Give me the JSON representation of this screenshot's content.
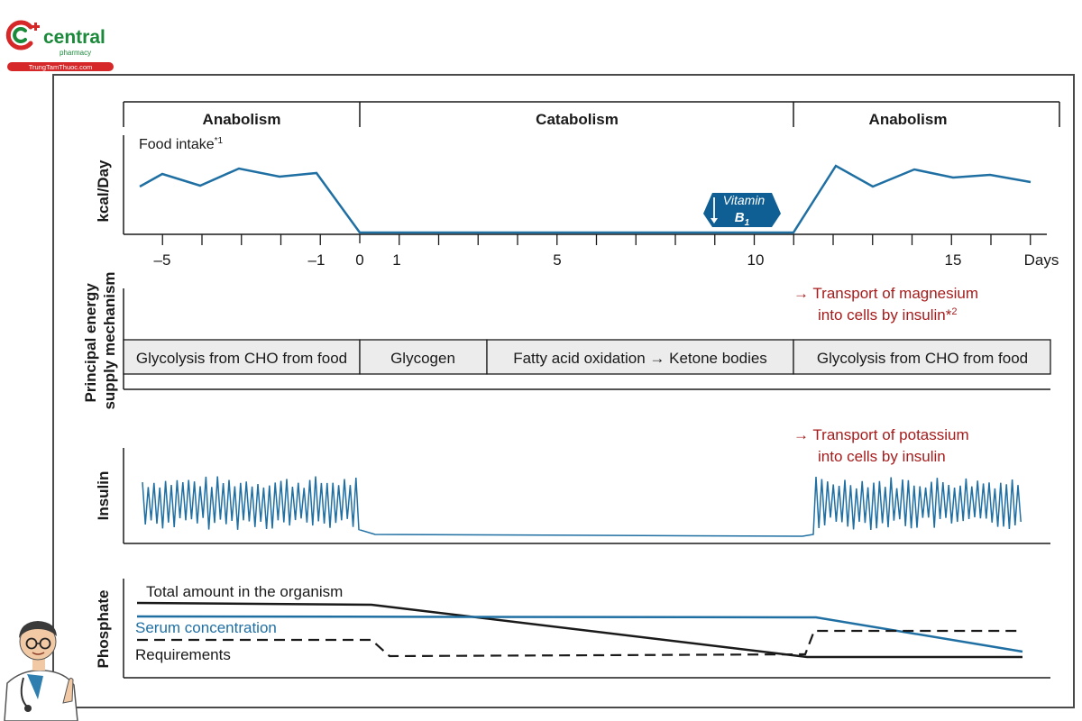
{
  "logo": {
    "name": "central",
    "sub": "pharmacy",
    "site": "TrungTamThuoc.com"
  },
  "phases": [
    "Anabolism",
    "Catabolism",
    "Anabolism"
  ],
  "food": {
    "ylabel": "kcal/Day",
    "label": "Food intake",
    "footnote": "*1",
    "vitamin_word": "Vitamin",
    "vitamin_b": "B",
    "vitamin_sub": "1"
  },
  "days_axis": {
    "ticks": [
      "–5",
      "–1",
      "0",
      "1",
      "5",
      "10",
      "15"
    ],
    "unit": "Days"
  },
  "energy": {
    "ylabel_1": "Principal energy",
    "ylabel_2": "supply mechanism",
    "boxes": [
      "Glycolysis from CHO from food",
      "Glycogen",
      "Fatty acid oxidation → Ketone bodies",
      "Glycolysis from CHO from food"
    ],
    "magnesium_1": "→ Transport of magnesium",
    "magnesium_2": "into cells by insulin*",
    "magnesium_footnote": "2"
  },
  "insulin": {
    "ylabel": "Insulin",
    "potassium_1": "→ Transport of potassium",
    "potassium_2": "into cells by insulin"
  },
  "phosphate": {
    "ylabel": "Phosphate",
    "total_label": "Total amount in the organism",
    "serum_label": "Serum concentration",
    "req_label": "Requirements"
  },
  "colors": {
    "blue": "#1f6fa3",
    "dark_red": "#a61c1c",
    "box_fill": "#ececec",
    "vitamin_fill": "#0f5f94",
    "logo_green": "#1a8a3a",
    "logo_red": "#d62828"
  }
}
